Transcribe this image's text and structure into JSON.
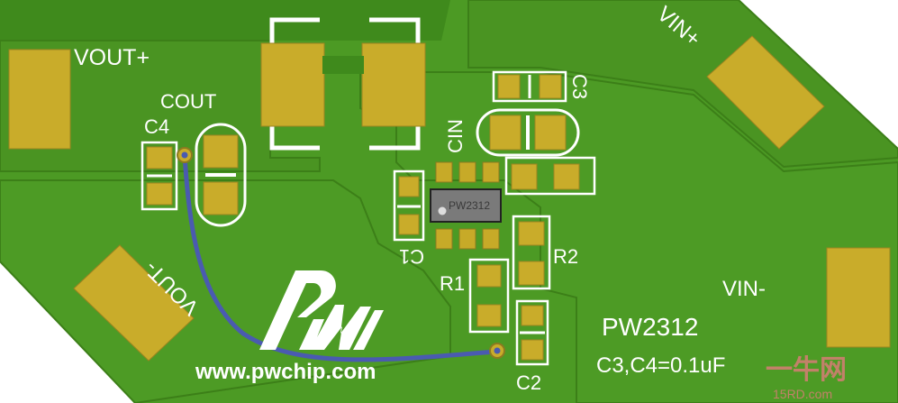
{
  "board": {
    "colors": {
      "background": "#ffffff",
      "pcb": "#4c9a24",
      "copper_dark": "#3f8a1c",
      "pad": "#c9ac2a",
      "silkscreen": "#ffffff",
      "wire": "#4a5bb0",
      "ic_body": "#7a7a7a"
    },
    "labels": {
      "vout_plus": "VOUT+",
      "vout_minus": "VOUT-",
      "vin_plus": "VIN+",
      "vin_minus": "VIN-",
      "cout": "COUT",
      "c4": "C4",
      "c3": "C3",
      "cin": "CIN",
      "c1": "C1",
      "c2": "C2",
      "r1": "R1",
      "r2": "R2",
      "ic_marking": "PW2312",
      "part_number": "PW2312",
      "cap_note": "C3,C4=0.1uF",
      "website": "www.pwchip.com"
    },
    "logo": {
      "text": "PW",
      "icon": "pwchip-logo-icon"
    },
    "watermark": {
      "text": "一牛网",
      "subtext": "15RD.com"
    }
  }
}
